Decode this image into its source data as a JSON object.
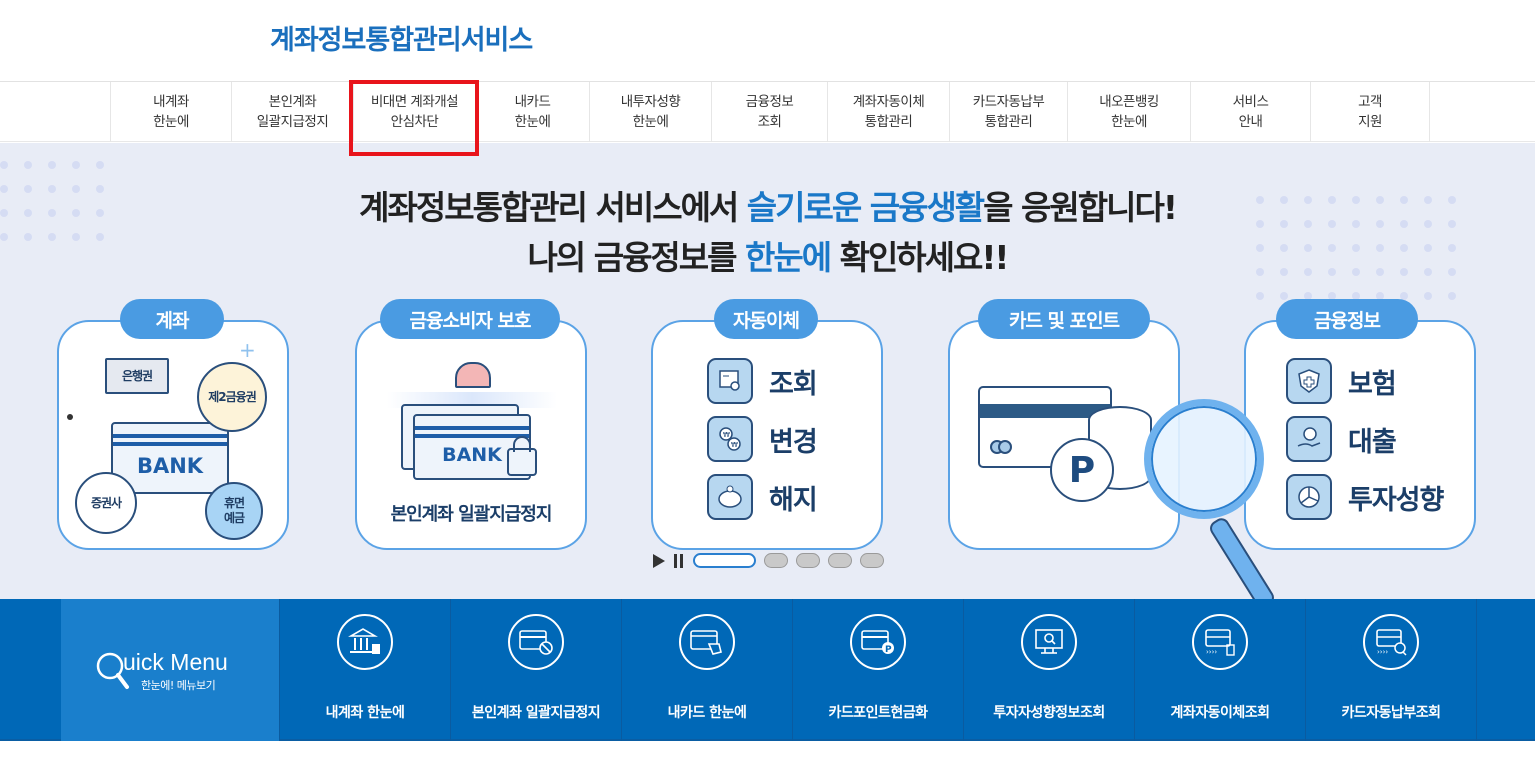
{
  "header": {
    "title": "계좌정보통합관리서비스"
  },
  "nav": {
    "items": [
      {
        "line1": "내계좌",
        "line2": "한눈에"
      },
      {
        "line1": "본인계좌",
        "line2": "일괄지급정지"
      },
      {
        "line1": "비대면 계좌개설",
        "line2": "안심차단",
        "highlighted": true
      },
      {
        "line1": "내카드",
        "line2": "한눈에"
      },
      {
        "line1": "내투자성향",
        "line2": "한눈에"
      },
      {
        "line1": "금융정보",
        "line2": "조회"
      },
      {
        "line1": "계좌자동이체",
        "line2": "통합관리"
      },
      {
        "line1": "카드자동납부",
        "line2": "통합관리"
      },
      {
        "line1": "내오픈뱅킹",
        "line2": "한눈에"
      },
      {
        "line1": "서비스",
        "line2": "안내"
      },
      {
        "line1": "고객",
        "line2": "지원"
      }
    ],
    "highlight_color": "#e8141b"
  },
  "hero": {
    "line1_a": "계좌정보통합관리 서비스에서 ",
    "line1_hl": "슬기로운 금융생활",
    "line1_b": "을 응원합니다!",
    "line2_a": "나의 금융정보를 ",
    "line2_hl": "한눈에",
    "line2_b": " 확인하세요!!",
    "accent_color": "#1a78c8",
    "cards": [
      {
        "tag": "계좌",
        "bank": "BANK",
        "bubbles": [
          "은행권",
          "제2금융권",
          "증권사",
          "휴면\n예금"
        ]
      },
      {
        "tag": "금융소비자 보호",
        "bank": "BANK",
        "caption": "본인계좌 일괄지급정지"
      },
      {
        "tag": "자동이체",
        "items": [
          {
            "label": "조회",
            "icon": "document-search-icon"
          },
          {
            "label": "변경",
            "icon": "won-exchange-icon"
          },
          {
            "label": "해지",
            "icon": "piggy-bank-icon"
          }
        ]
      },
      {
        "tag": "카드 및 포인트",
        "point_label": "P"
      },
      {
        "tag": "금융정보",
        "items": [
          {
            "label": "보험",
            "icon": "shield-plus-icon"
          },
          {
            "label": "대출",
            "icon": "hand-coin-icon"
          },
          {
            "label": "투자성향",
            "icon": "pie-chart-icon"
          }
        ]
      }
    ],
    "slider": {
      "pages": 5,
      "active_index": 0
    }
  },
  "quick_menu": {
    "title": "uick Menu",
    "subtitle": "한눈에! 메뉴보기",
    "items": [
      {
        "label": "내계좌 한눈에",
        "icon": "bank-building-icon"
      },
      {
        "label": "본인계좌 일괄지급정지",
        "icon": "card-block-icon"
      },
      {
        "label": "내카드 한눈에",
        "icon": "card-hand-icon"
      },
      {
        "label": "카드포인트현금화",
        "icon": "card-point-icon"
      },
      {
        "label": "투자자성향정보조회",
        "icon": "monitor-search-icon"
      },
      {
        "label": "계좌자동이체조회",
        "icon": "account-transfer-icon"
      },
      {
        "label": "카드자동납부조회",
        "icon": "card-payment-search-icon"
      }
    ]
  }
}
